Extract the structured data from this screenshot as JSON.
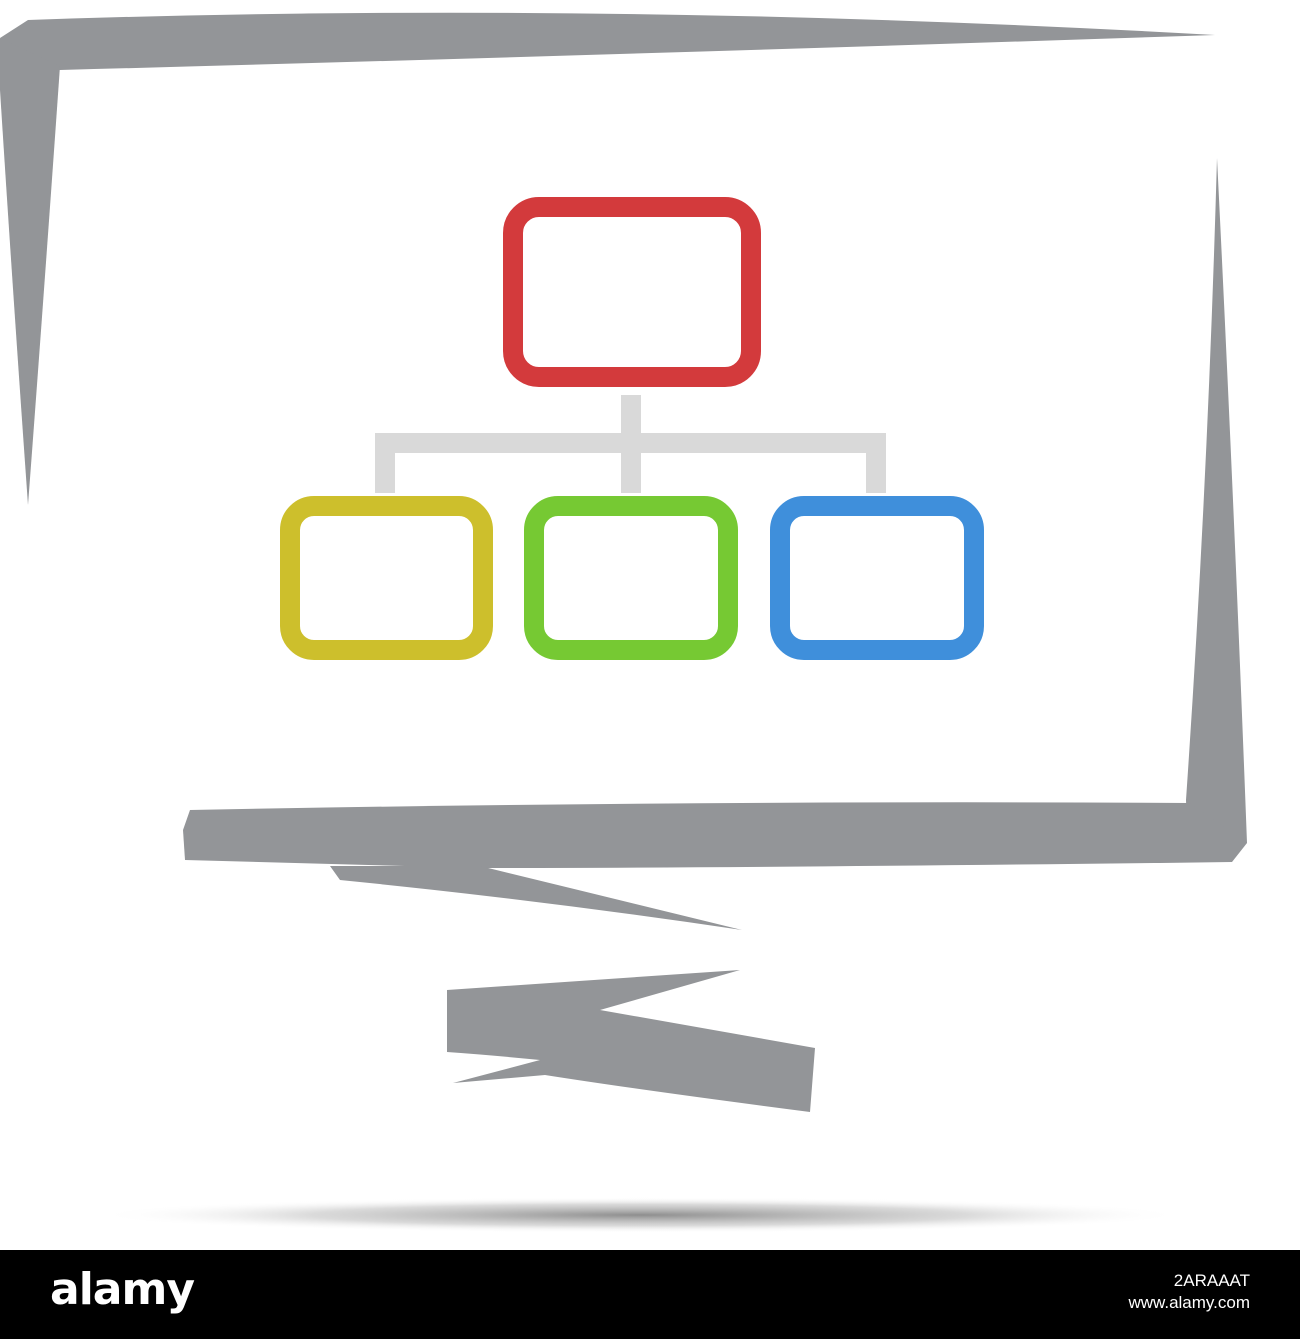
{
  "illustration": {
    "subject": "monitor-with-organization-chart",
    "icon": "org-chart-icon",
    "colors": {
      "frame": "#939598",
      "connector": "#d9d9d9",
      "top_box": "#d33a3c",
      "child_box_1": "#cdbf2c",
      "child_box_2": "#76c933",
      "child_box_3": "#3f8fdb",
      "background": "#ffffff"
    },
    "child_boxes": 3
  },
  "footer": {
    "logo": "alamy",
    "image_id": "2ARAAAT",
    "site": "www.alamy.com",
    "background": "#000000",
    "text_color": "#ffffff"
  }
}
